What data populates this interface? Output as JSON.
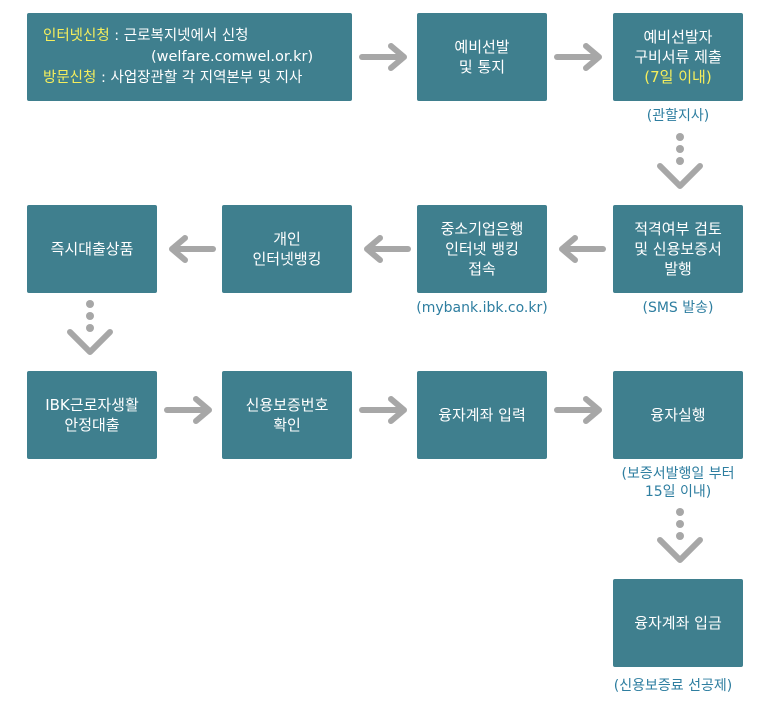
{
  "colors": {
    "box_fill": "#3f7f8e",
    "box_text": "#ffffff",
    "highlight": "#f5ee5c",
    "caption": "#2e7ea0",
    "arrow": "#a7a7a7"
  },
  "step_apply": {
    "internet_label": "인터넷신청",
    "internet_text": " : 근로복지넷에서 신청",
    "internet_url": "(welfare.comwel.or.kr)",
    "visit_label": "방문신청",
    "visit_text": " : 사업장관할 각 지역본부 및 지사"
  },
  "step_notice": {
    "line1": "예비선발",
    "line2": "및 통지"
  },
  "step_docs": {
    "line1": "예비선발자",
    "line2": "구비서류 제출",
    "line3": "(7일 이내)",
    "caption": "(관할지사)"
  },
  "step_review": {
    "line1": "적격여부 검토",
    "line2": "및 신용보증서",
    "line3": "발행",
    "caption": "(SMS 발송)"
  },
  "step_bank": {
    "line1": "중소기업은행",
    "line2": "인터넷 뱅킹",
    "line3": "접속",
    "caption": "(mybank.ibk.co.kr)"
  },
  "step_personal": {
    "line1": "개인",
    "line2": "인터넷뱅킹"
  },
  "step_instant": {
    "line1": "즉시대출상품"
  },
  "step_ibk_loan": {
    "line1": "IBK근로자생활",
    "line2": "안정대출"
  },
  "step_guarantee": {
    "line1": "신용보증번호",
    "line2": "확인"
  },
  "step_account": {
    "line1": "융자계좌 입력"
  },
  "step_execute": {
    "line1": "융자실행",
    "caption_line1": "(보증서발행일 부터",
    "caption_line2": "15일 이내)"
  },
  "step_deposit": {
    "line1": "융자계좌 입금",
    "caption": "(신용보증료 선공제)"
  }
}
